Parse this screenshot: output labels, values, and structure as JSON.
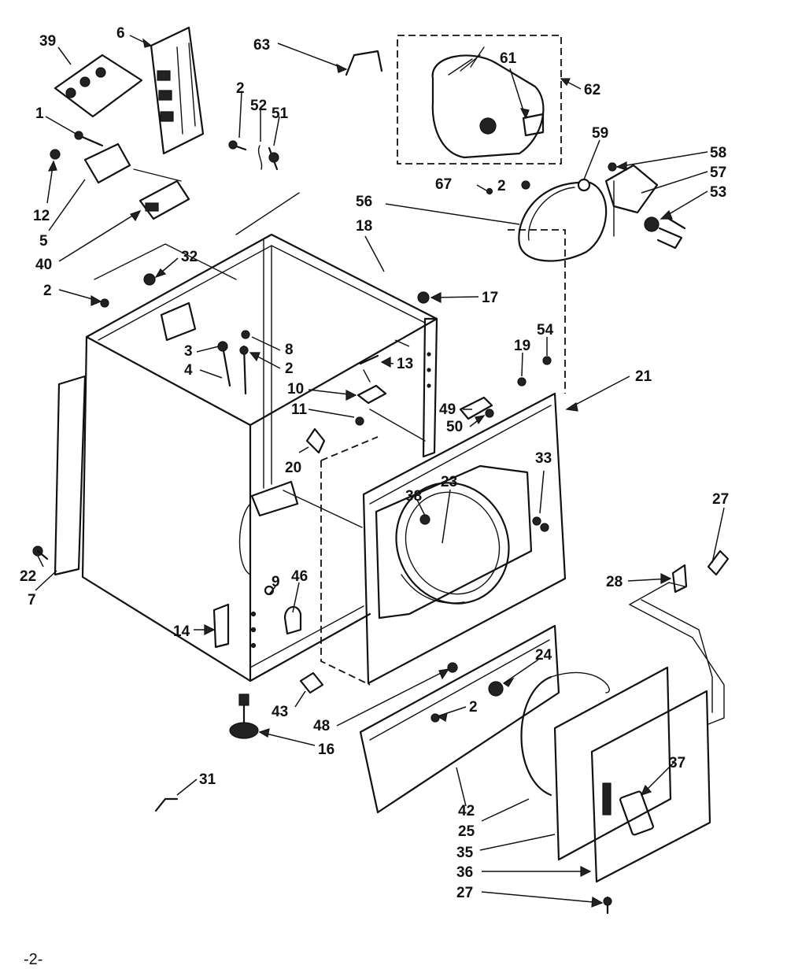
{
  "callouts": [
    {
      "id": "c39",
      "label": "39"
    },
    {
      "id": "c6",
      "label": "6"
    },
    {
      "id": "c1",
      "label": "1"
    },
    {
      "id": "c12",
      "label": "12"
    },
    {
      "id": "c5",
      "label": "5"
    },
    {
      "id": "c40",
      "label": "40"
    },
    {
      "id": "c2a",
      "label": "2"
    },
    {
      "id": "c52",
      "label": "52"
    },
    {
      "id": "c51",
      "label": "51"
    },
    {
      "id": "c63",
      "label": "63"
    },
    {
      "id": "c61",
      "label": "61"
    },
    {
      "id": "c62",
      "label": "62"
    },
    {
      "id": "c59",
      "label": "59"
    },
    {
      "id": "c58",
      "label": "58"
    },
    {
      "id": "c57",
      "label": "57"
    },
    {
      "id": "c53",
      "label": "53"
    },
    {
      "id": "c67",
      "label": "67"
    },
    {
      "id": "c2b",
      "label": "2"
    },
    {
      "id": "c56",
      "label": "56"
    },
    {
      "id": "c18",
      "label": "18"
    },
    {
      "id": "c32",
      "label": "32"
    },
    {
      "id": "c2c",
      "label": "2"
    },
    {
      "id": "c17",
      "label": "17"
    },
    {
      "id": "c8",
      "label": "8"
    },
    {
      "id": "c3",
      "label": "3"
    },
    {
      "id": "c2d",
      "label": "2"
    },
    {
      "id": "c13",
      "label": "13"
    },
    {
      "id": "c4",
      "label": "4"
    },
    {
      "id": "c54",
      "label": "54"
    },
    {
      "id": "c19",
      "label": "19"
    },
    {
      "id": "c21",
      "label": "21"
    },
    {
      "id": "c10",
      "label": "10"
    },
    {
      "id": "c11",
      "label": "11"
    },
    {
      "id": "c49",
      "label": "49"
    },
    {
      "id": "c50",
      "label": "50"
    },
    {
      "id": "c20",
      "label": "20"
    },
    {
      "id": "c33",
      "label": "33"
    },
    {
      "id": "c23",
      "label": "23"
    },
    {
      "id": "c38",
      "label": "38"
    },
    {
      "id": "c27a",
      "label": "27"
    },
    {
      "id": "c22",
      "label": "22"
    },
    {
      "id": "c7",
      "label": "7"
    },
    {
      "id": "c9",
      "label": "9"
    },
    {
      "id": "c46",
      "label": "46"
    },
    {
      "id": "c28",
      "label": "28"
    },
    {
      "id": "c14",
      "label": "14"
    },
    {
      "id": "c24",
      "label": "24"
    },
    {
      "id": "c43",
      "label": "43"
    },
    {
      "id": "c48",
      "label": "48"
    },
    {
      "id": "c2e",
      "label": "2"
    },
    {
      "id": "c16",
      "label": "16"
    },
    {
      "id": "c37",
      "label": "37"
    },
    {
      "id": "c31",
      "label": "31"
    },
    {
      "id": "c42",
      "label": "42"
    },
    {
      "id": "c25",
      "label": "25"
    },
    {
      "id": "c35",
      "label": "35"
    },
    {
      "id": "c36",
      "label": "36"
    },
    {
      "id": "c27b",
      "label": "27"
    }
  ],
  "page_number": "-2-"
}
